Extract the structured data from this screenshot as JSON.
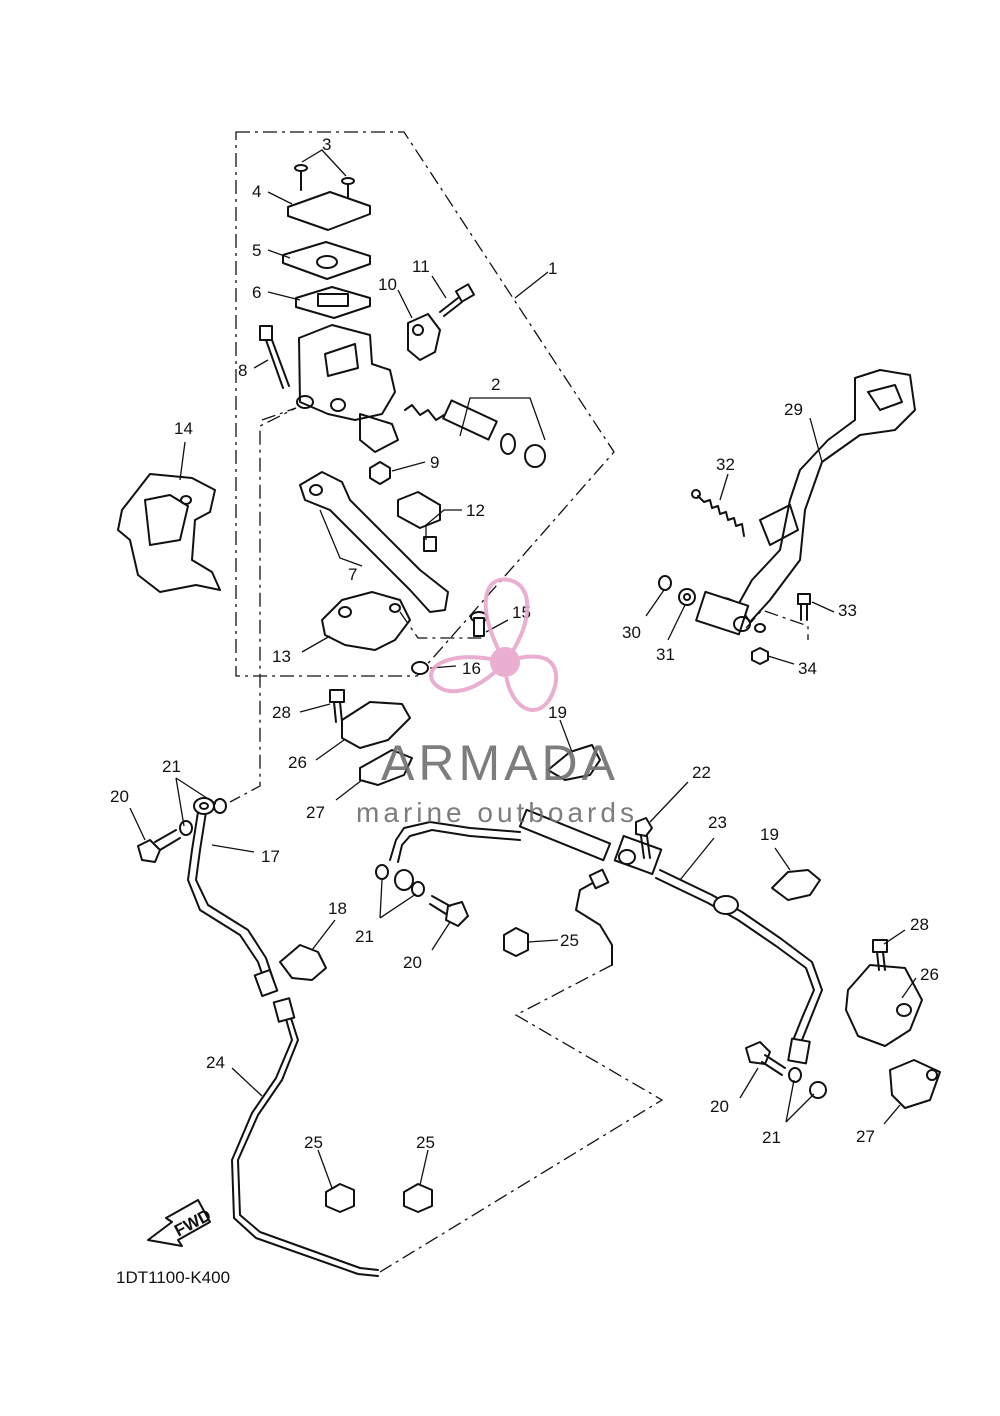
{
  "diagram": {
    "code": "1DT1100-K400",
    "fwd_label": "FWD",
    "callouts": [
      {
        "id": "c1",
        "text": "1"
      },
      {
        "id": "c2",
        "text": "2"
      },
      {
        "id": "c3",
        "text": "3"
      },
      {
        "id": "c4",
        "text": "4"
      },
      {
        "id": "c5",
        "text": "5"
      },
      {
        "id": "c6",
        "text": "6"
      },
      {
        "id": "c7",
        "text": "7"
      },
      {
        "id": "c8",
        "text": "8"
      },
      {
        "id": "c9",
        "text": "9"
      },
      {
        "id": "c10",
        "text": "10"
      },
      {
        "id": "c11",
        "text": "11"
      },
      {
        "id": "c12",
        "text": "12"
      },
      {
        "id": "c13",
        "text": "13"
      },
      {
        "id": "c14",
        "text": "14"
      },
      {
        "id": "c15",
        "text": "15"
      },
      {
        "id": "c16",
        "text": "16"
      },
      {
        "id": "c17",
        "text": "17"
      },
      {
        "id": "c18",
        "text": "18"
      },
      {
        "id": "c19a",
        "text": "19"
      },
      {
        "id": "c19b",
        "text": "19"
      },
      {
        "id": "c20a",
        "text": "20"
      },
      {
        "id": "c20b",
        "text": "20"
      },
      {
        "id": "c20c",
        "text": "20"
      },
      {
        "id": "c21a",
        "text": "21"
      },
      {
        "id": "c21b",
        "text": "21"
      },
      {
        "id": "c21c",
        "text": "21"
      },
      {
        "id": "c22",
        "text": "22"
      },
      {
        "id": "c23",
        "text": "23"
      },
      {
        "id": "c24",
        "text": "24"
      },
      {
        "id": "c25a",
        "text": "25"
      },
      {
        "id": "c25b",
        "text": "25"
      },
      {
        "id": "c25c",
        "text": "25"
      },
      {
        "id": "c26a",
        "text": "26"
      },
      {
        "id": "c26b",
        "text": "26"
      },
      {
        "id": "c27a",
        "text": "27"
      },
      {
        "id": "c27b",
        "text": "27"
      },
      {
        "id": "c28a",
        "text": "28"
      },
      {
        "id": "c28b",
        "text": "28"
      },
      {
        "id": "c29",
        "text": "29"
      },
      {
        "id": "c30",
        "text": "30"
      },
      {
        "id": "c31",
        "text": "31"
      },
      {
        "id": "c32",
        "text": "32"
      },
      {
        "id": "c33",
        "text": "33"
      },
      {
        "id": "c34",
        "text": "34"
      }
    ]
  },
  "watermark": {
    "brand": "ARMADA",
    "tagline": "marine outboards",
    "logo_icon": "propeller-icon",
    "logo_color": "#e8a6cc",
    "text_color": "#6f6f6f"
  }
}
